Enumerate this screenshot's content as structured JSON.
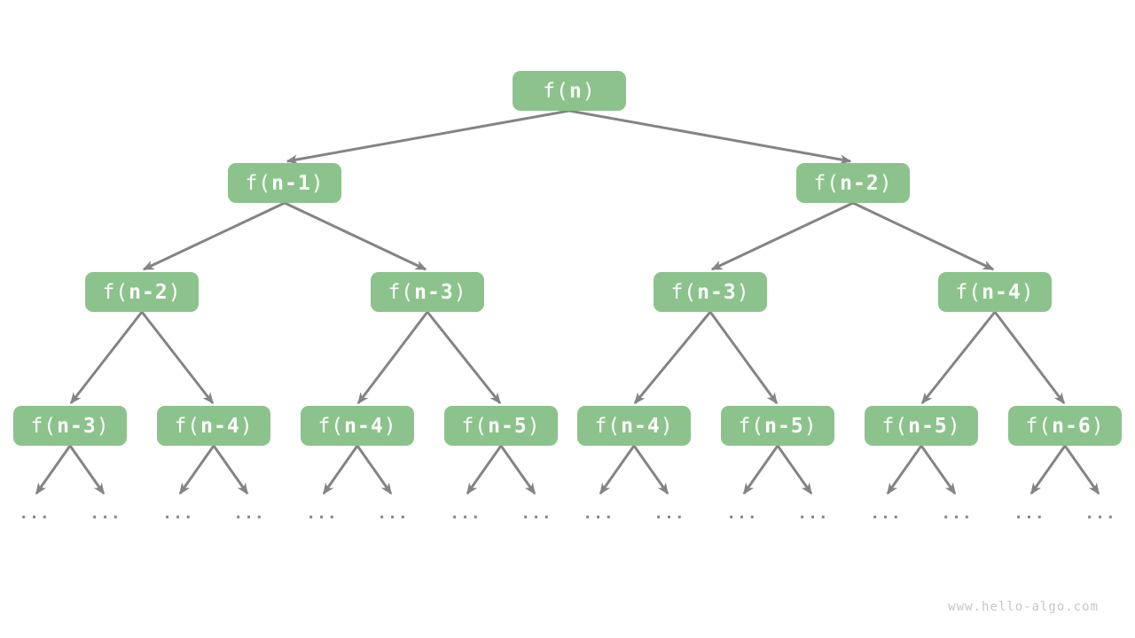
{
  "colors": {
    "node_fill": "#8cc38c",
    "node_text": "#ffffff",
    "edge": "#848484",
    "ellipsis": "#8a8a8a",
    "watermark_text": "#c6c6c6",
    "background": "#ffffff"
  },
  "ellipsis": "...",
  "watermark": "www.hello-algo.com",
  "nodes": [
    {
      "pre": "f(",
      "arg": "n",
      "post": ")"
    },
    {
      "pre": "f(",
      "arg": "n-1",
      "post": ")"
    },
    {
      "pre": "f(",
      "arg": "n-2",
      "post": ")"
    },
    {
      "pre": "f(",
      "arg": "n-2",
      "post": ")"
    },
    {
      "pre": "f(",
      "arg": "n-3",
      "post": ")"
    },
    {
      "pre": "f(",
      "arg": "n-3",
      "post": ")"
    },
    {
      "pre": "f(",
      "arg": "n-4",
      "post": ")"
    },
    {
      "pre": "f(",
      "arg": "n-3",
      "post": ")"
    },
    {
      "pre": "f(",
      "arg": "n-4",
      "post": ")"
    },
    {
      "pre": "f(",
      "arg": "n-4",
      "post": ")"
    },
    {
      "pre": "f(",
      "arg": "n-5",
      "post": ")"
    },
    {
      "pre": "f(",
      "arg": "n-4",
      "post": ")"
    },
    {
      "pre": "f(",
      "arg": "n-5",
      "post": ")"
    },
    {
      "pre": "f(",
      "arg": "n-5",
      "post": ")"
    },
    {
      "pre": "f(",
      "arg": "n-6",
      "post": ")"
    }
  ]
}
